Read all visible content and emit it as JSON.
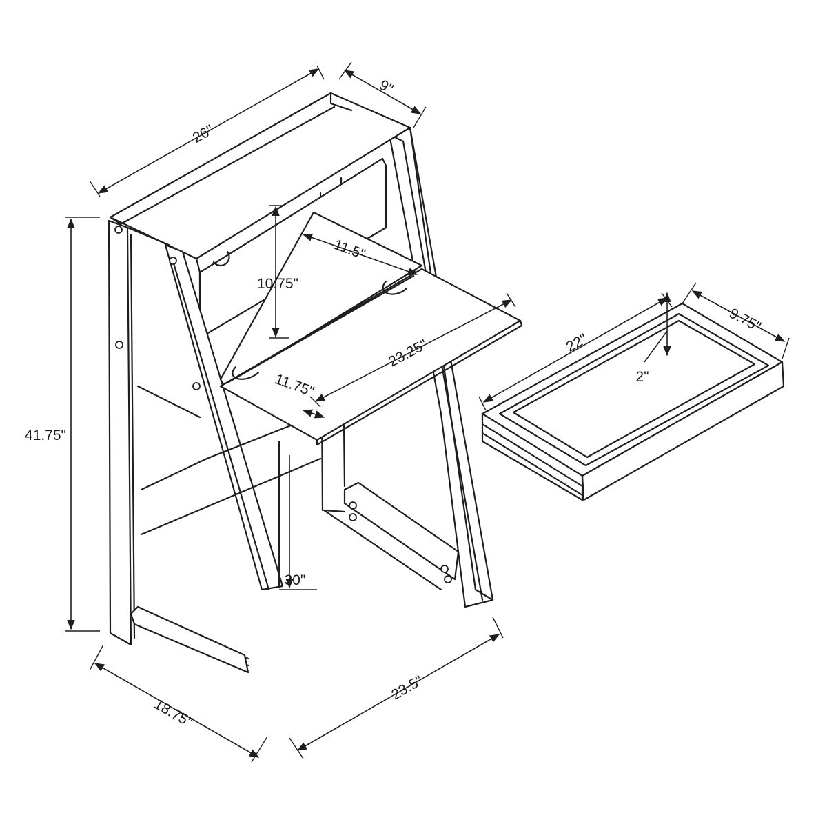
{
  "dimensions": {
    "top_width": "26\"",
    "top_depth": "9\"",
    "total_height": "41.75\"",
    "shelf_gap": "10.75\"",
    "desk_depth_back": "11.5\"",
    "desk_width": "23.25\"",
    "desk_depth_front": "11.75\"",
    "desk_height": "30\"",
    "base_depth": "18.75\"",
    "base_width": "23.5\"",
    "drawer_width": "22\"",
    "drawer_depth": "9.75\"",
    "drawer_height": "2\""
  }
}
